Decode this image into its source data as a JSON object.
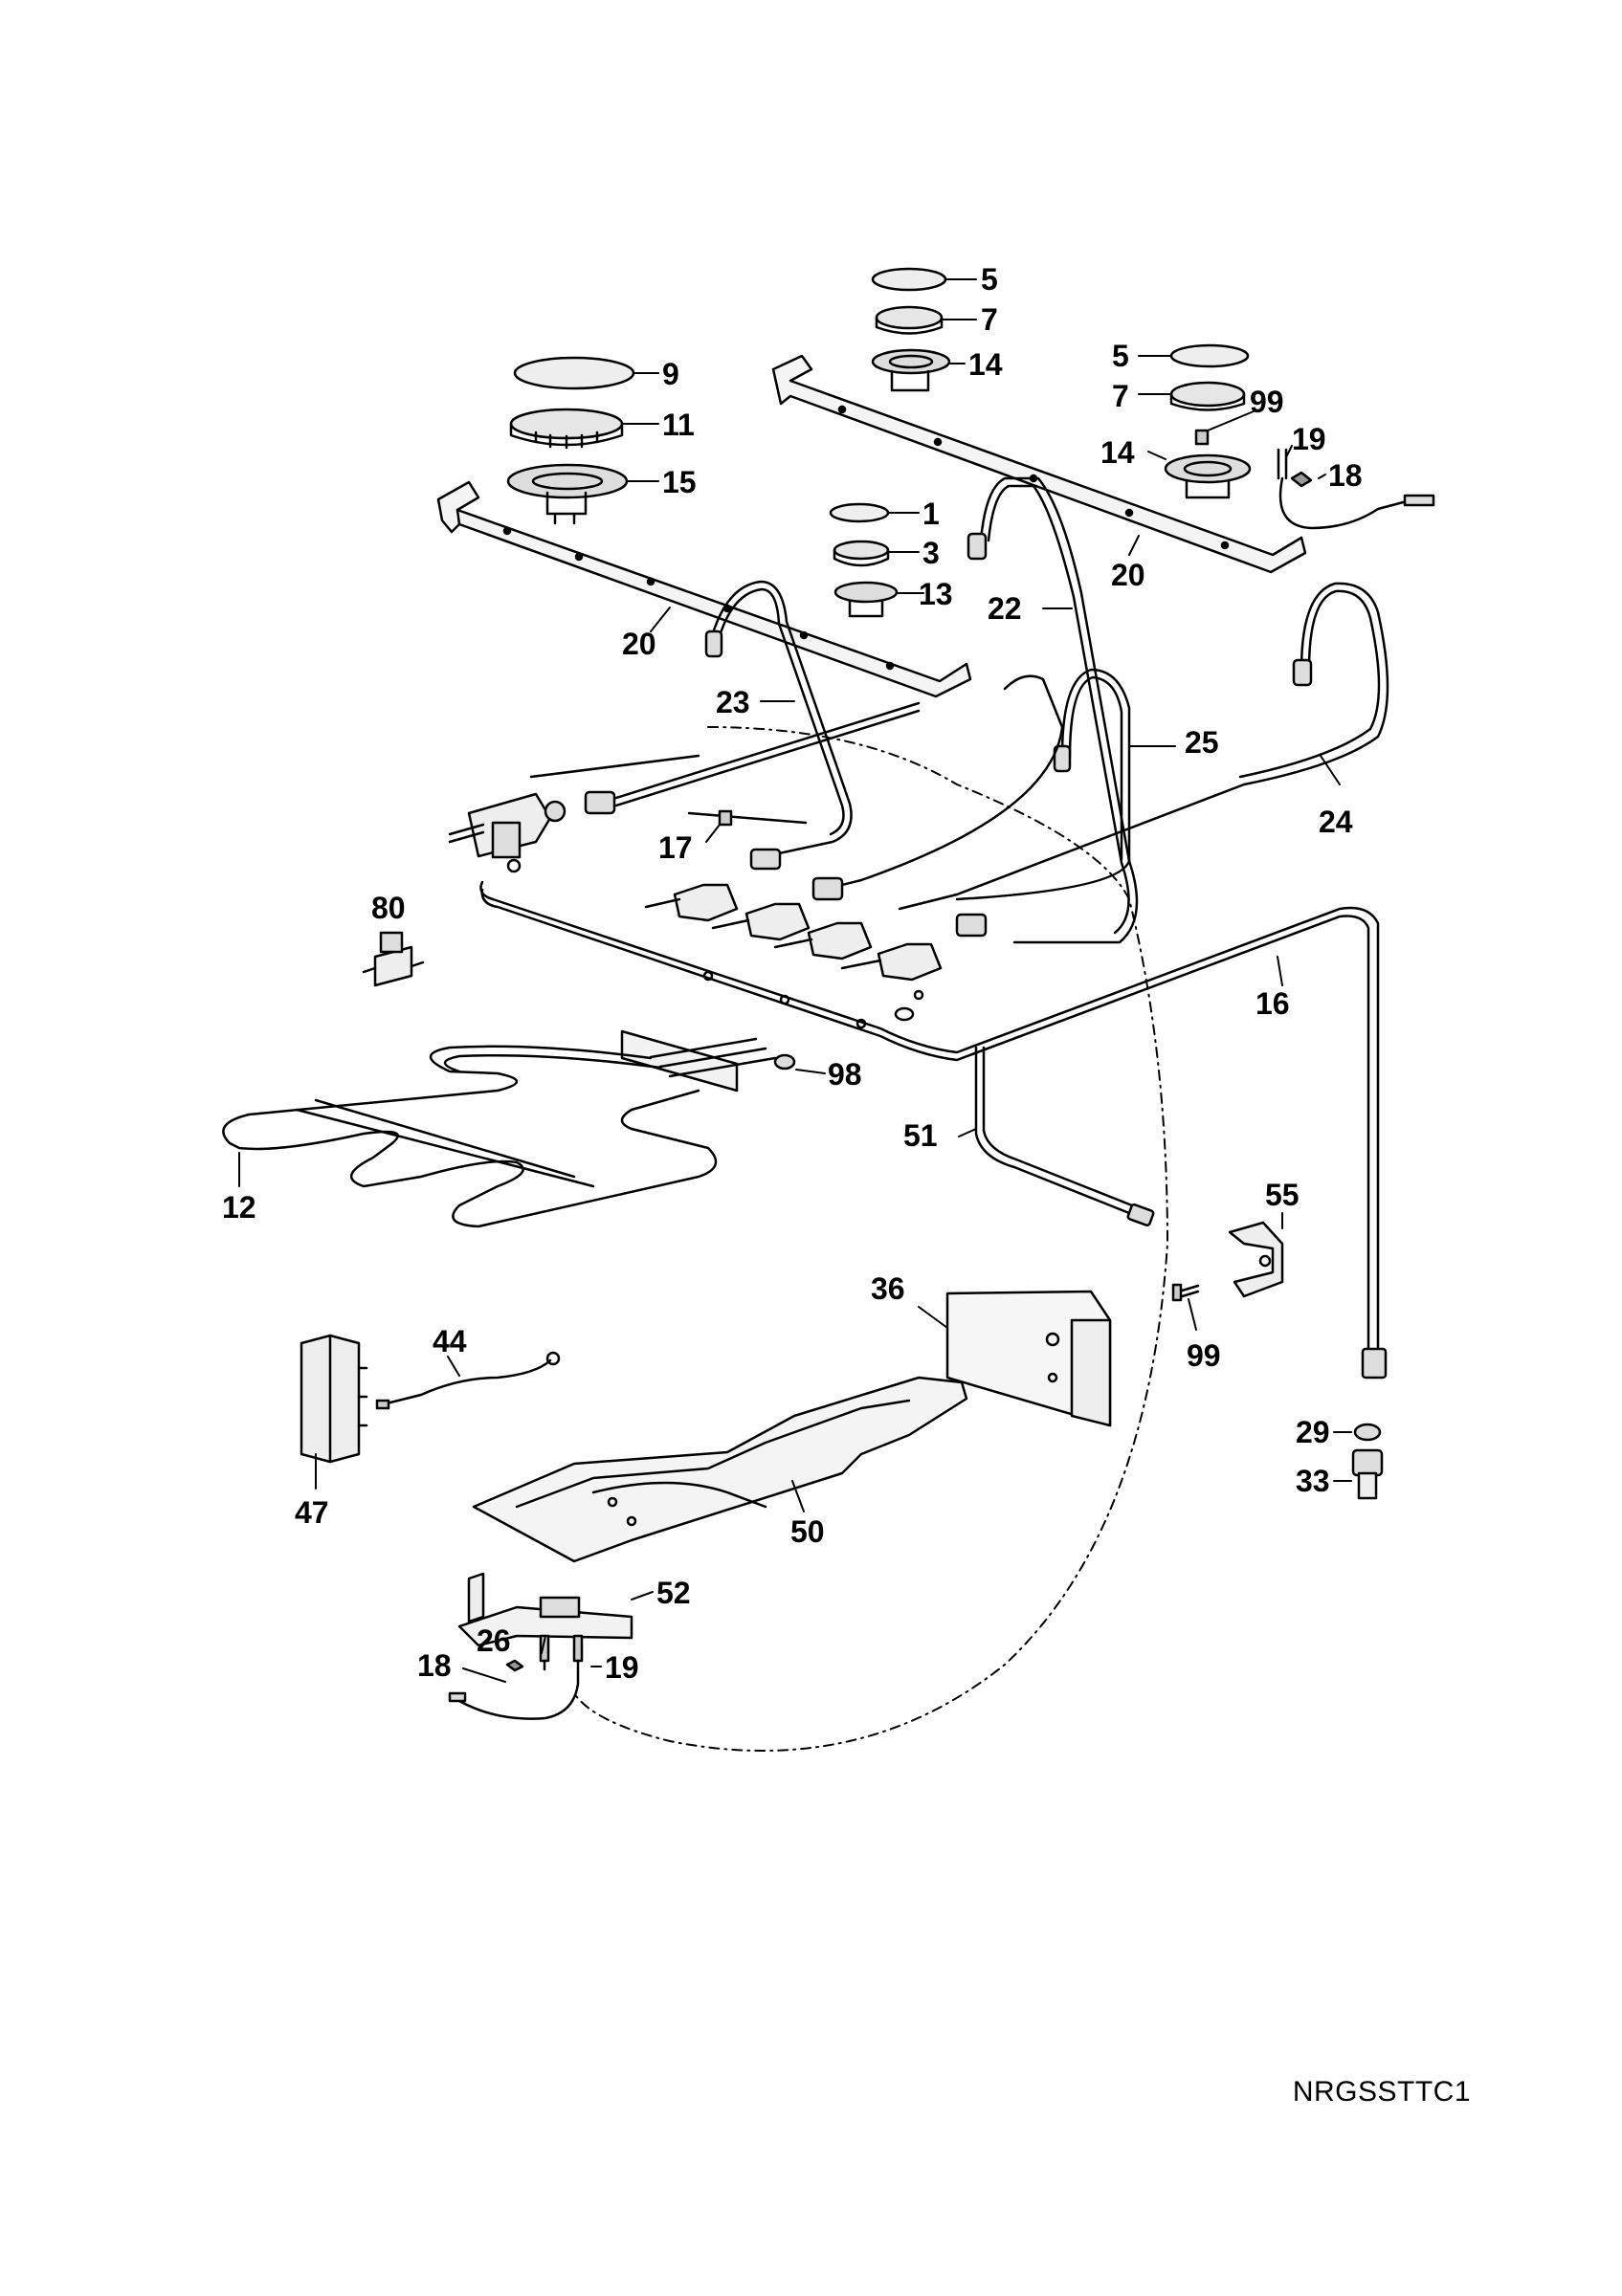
{
  "diagram_code": "NRGSSTTC1",
  "parts": [
    {
      "id": "p5a",
      "number": "5",
      "name": "burner-cap-small"
    },
    {
      "id": "p7a",
      "number": "7",
      "name": "burner-head"
    },
    {
      "id": "p14a",
      "number": "14",
      "name": "burner-body"
    },
    {
      "id": "p9",
      "number": "9",
      "name": "burner-cap-large"
    },
    {
      "id": "p11",
      "number": "11",
      "name": "burner-head-large"
    },
    {
      "id": "p15",
      "number": "15",
      "name": "burner-body-large"
    },
    {
      "id": "p5b",
      "number": "5",
      "name": "burner-cap-small"
    },
    {
      "id": "p7b",
      "number": "7",
      "name": "burner-head"
    },
    {
      "id": "p99a",
      "number": "99",
      "name": "injector"
    },
    {
      "id": "p14b",
      "number": "14",
      "name": "burner-body"
    },
    {
      "id": "p19a",
      "number": "19",
      "name": "thermocouple"
    },
    {
      "id": "p18a",
      "number": "18",
      "name": "thermocouple-clip"
    },
    {
      "id": "p1",
      "number": "1",
      "name": "burner-cap-mini"
    },
    {
      "id": "p3",
      "number": "3",
      "name": "burner-head-mini"
    },
    {
      "id": "p13",
      "number": "13",
      "name": "burner-body-mini"
    },
    {
      "id": "p20a",
      "number": "20",
      "name": "burner-support-rail"
    },
    {
      "id": "p20b",
      "number": "20",
      "name": "burner-support-rail"
    },
    {
      "id": "p22",
      "number": "22",
      "name": "gas-pipe"
    },
    {
      "id": "p23",
      "number": "23",
      "name": "gas-pipe"
    },
    {
      "id": "p25",
      "number": "25",
      "name": "gas-pipe"
    },
    {
      "id": "p24",
      "number": "24",
      "name": "gas-pipe"
    },
    {
      "id": "p17",
      "number": "17",
      "name": "valve-clip"
    },
    {
      "id": "p80",
      "number": "80",
      "name": "thermostat"
    },
    {
      "id": "p16",
      "number": "16",
      "name": "manifold-pipe"
    },
    {
      "id": "p98",
      "number": "98",
      "name": "grommet"
    },
    {
      "id": "p12",
      "number": "12",
      "name": "grill-element"
    },
    {
      "id": "p51",
      "number": "51",
      "name": "oven-gas-pipe"
    },
    {
      "id": "p55",
      "number": "55",
      "name": "pipe-bracket"
    },
    {
      "id": "p99b",
      "number": "99",
      "name": "screw"
    },
    {
      "id": "p36",
      "number": "36",
      "name": "burner-bracket"
    },
    {
      "id": "p44",
      "number": "44",
      "name": "ignition-lead"
    },
    {
      "id": "p47",
      "number": "47",
      "name": "spark-generator"
    },
    {
      "id": "p29",
      "number": "29",
      "name": "washer"
    },
    {
      "id": "p33",
      "number": "33",
      "name": "connector"
    },
    {
      "id": "p50",
      "number": "50",
      "name": "oven-burner"
    },
    {
      "id": "p52",
      "number": "52",
      "name": "burner-bracket"
    },
    {
      "id": "p26",
      "number": "26",
      "name": "spark-electrode"
    },
    {
      "id": "p19b",
      "number": "19",
      "name": "thermocouple"
    },
    {
      "id": "p18b",
      "number": "18",
      "name": "thermocouple-clip"
    }
  ]
}
